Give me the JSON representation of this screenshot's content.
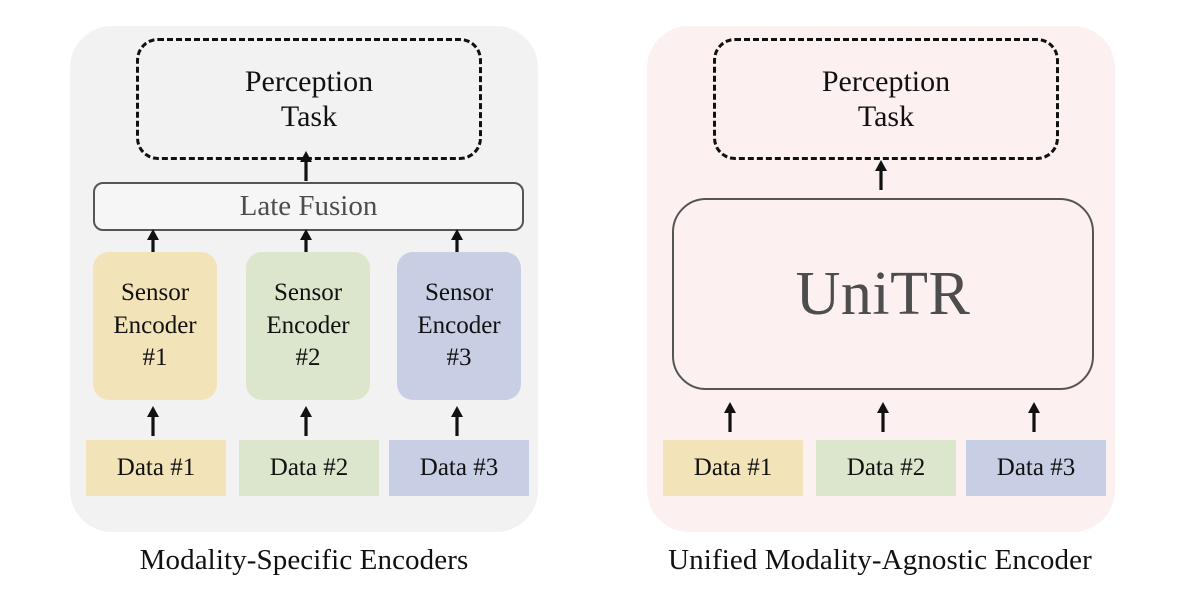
{
  "figure": {
    "panels": [
      {
        "id": "modality-specific",
        "caption": "Modality-Specific Encoders",
        "background_color": "#f2f2f2",
        "task_box": {
          "line1": "Perception",
          "line2": "Task"
        },
        "fusion_box": {
          "label": "Late Fusion"
        },
        "encoders": [
          {
            "line1": "Sensor",
            "line2": "Encoder",
            "line3": "#1",
            "color": "#f2e3b8"
          },
          {
            "line1": "Sensor",
            "line2": "Encoder",
            "line3": "#2",
            "color": "#dce6cd"
          },
          {
            "line1": "Sensor",
            "line2": "Encoder",
            "line3": "#3",
            "color": "#c8cfe5"
          }
        ],
        "data_boxes": [
          {
            "label": "Data #1",
            "color": "#f2e3b8"
          },
          {
            "label": "Data #2",
            "color": "#dce6cd"
          },
          {
            "label": "Data #3",
            "color": "#c8cfe5"
          }
        ]
      },
      {
        "id": "unified-modality-agnostic",
        "caption": "Unified Modality-Agnostic Encoder",
        "background_color": "#fcf0f1",
        "task_box": {
          "line1": "Perception",
          "line2": "Task"
        },
        "encoder_box": {
          "label": "UniTR"
        },
        "data_boxes": [
          {
            "label": "Data #1",
            "color": "#f2e3b8"
          },
          {
            "label": "Data #2",
            "color": "#dce6cd"
          },
          {
            "label": "Data #3",
            "color": "#c8cfe5"
          }
        ]
      }
    ],
    "colors": {
      "text": "#111111",
      "box_border": "#555555",
      "muted_text": "#4d4d4d",
      "yellow": "#f2e3b8",
      "green": "#dce6cd",
      "blue": "#c8cfe5",
      "left_panel": "#f2f2f2",
      "right_panel": "#fcf0f1"
    },
    "arrow_icon": "up-arrow-icon"
  }
}
